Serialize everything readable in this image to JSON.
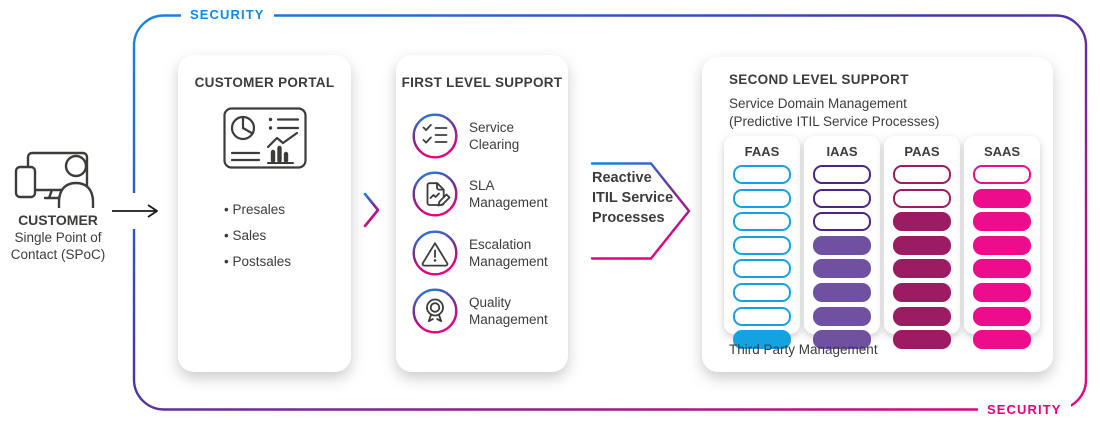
{
  "security": {
    "label_top": "SECURITY",
    "label_bottom": "SECURITY",
    "gradient": [
      "#1787E0",
      "#4038B2",
      "#9C1A86",
      "#E6007E"
    ],
    "accent_gradient": [
      "#1787E0",
      "#7B2A8F",
      "#E6007E"
    ],
    "arrow_color": "#1a1a1a",
    "text_color": "#3C3C3B"
  },
  "customer": {
    "title": "CUSTOMER",
    "subtitle_lines": [
      "Single Point of",
      "Contact (SPoC)"
    ]
  },
  "customer_portal": {
    "title": "CUSTOMER PORTAL",
    "items": [
      "Presales",
      "Sales",
      "Postsales"
    ]
  },
  "first_level": {
    "title": "FIRST LEVEL SUPPORT",
    "items": [
      {
        "label": "Service Clearing",
        "icon": "checklist-icon"
      },
      {
        "label": "SLA Management",
        "icon": "document-edit-icon"
      },
      {
        "label": "Escalation Management",
        "icon": "warning-triangle-icon"
      },
      {
        "label": "Quality Management",
        "icon": "quality-medal-icon"
      }
    ]
  },
  "reactive_arrow": {
    "lines": [
      "Reactive",
      "ITIL Service",
      "Processes"
    ]
  },
  "second_level": {
    "title": "SECOND LEVEL SUPPORT",
    "subtitle_lines": [
      "Service Domain Management",
      "(Predictive ITIL Service Processes)"
    ],
    "footer": "Third Party Management",
    "columns": [
      {
        "label": "FAAS",
        "stroke": "#16A2E0",
        "fill": "#16A2E0",
        "pills": [
          "outline",
          "outline",
          "outline",
          "outline",
          "outline",
          "outline",
          "outline",
          "fill"
        ]
      },
      {
        "label": "IAAS",
        "stroke": "#4F2583",
        "fill": "#7051A1",
        "pills": [
          "outline",
          "outline",
          "outline",
          "fill",
          "fill",
          "fill",
          "fill",
          "fill"
        ]
      },
      {
        "label": "PAAS",
        "stroke": "#9C1C64",
        "fill": "#9C1C64",
        "pills": [
          "outline",
          "outline",
          "fill",
          "fill",
          "fill",
          "fill",
          "fill",
          "fill"
        ]
      },
      {
        "label": "SAAS",
        "stroke": "#EC0C8C",
        "fill": "#EC0C8C",
        "pills": [
          "outline",
          "fill",
          "fill",
          "fill",
          "fill",
          "fill",
          "fill",
          "fill"
        ]
      }
    ]
  }
}
